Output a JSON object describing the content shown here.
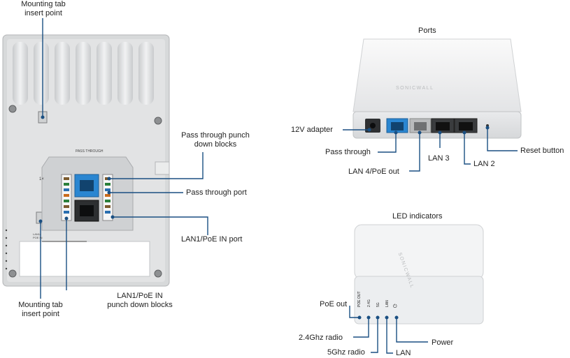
{
  "back_panel": {
    "callouts": {
      "mounting_tab_top": "Mounting tab\ninsert point",
      "pass_through_punch": "Pass through punch\ndown blocks",
      "pass_through_port": "Pass through port",
      "lan1_poe_port": "LAN1/PoE IN port",
      "mounting_tab_bottom": "Mounting tab\ninsert point",
      "lan1_poe_punch": "LAN1/PoE IN\npunch down blocks"
    },
    "printed": {
      "pass_through": "PASS THROUGH",
      "lan1_poe_in": "LAN1/\nPOE IN",
      "one_x": "1×"
    }
  },
  "ports_view": {
    "title": "Ports",
    "brand": "SONICWALL",
    "callouts": {
      "adapter": "12V adapter",
      "pass_through": "Pass through",
      "lan4": "LAN 4/PoE out",
      "lan3": "LAN 3",
      "lan2": "LAN 2",
      "reset": "Reset button"
    }
  },
  "led_view": {
    "title": "LED indicators",
    "brand": "SONICWALL",
    "printed": [
      "POE OUT",
      "2.4G",
      "5G",
      "LAN",
      "⏻"
    ],
    "callouts": {
      "poe_out": "PoE out",
      "radio24": "2.4Ghz radio",
      "radio5": "5Ghz radio",
      "lan": "LAN",
      "power": "Power"
    }
  },
  "colors": {
    "callout_line": "#1a4f82",
    "callout_dot": "#1a4f82",
    "blue_port": "#2a86d1",
    "device_white": "#f4f5f6",
    "back_panel_grey": "#d9dbdc"
  }
}
